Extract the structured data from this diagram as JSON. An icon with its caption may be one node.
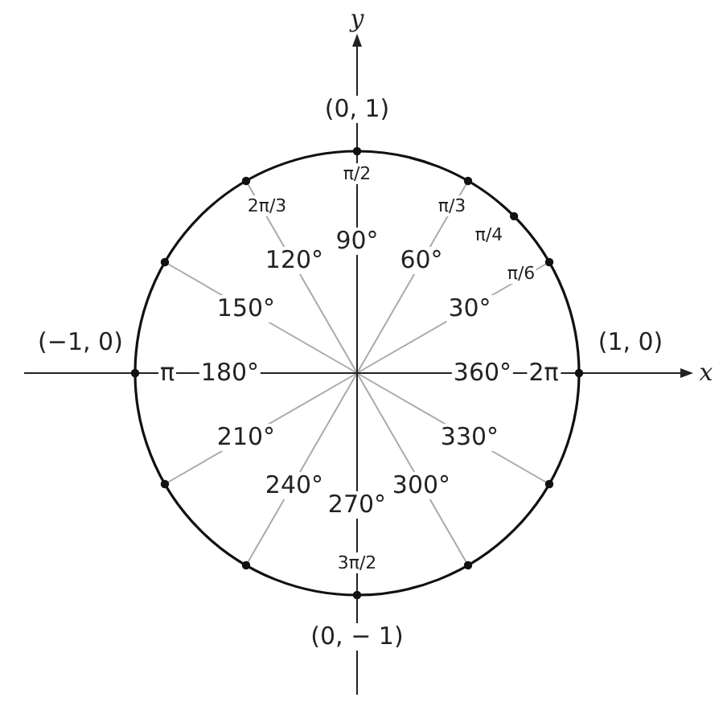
{
  "diagram": {
    "labels": [
      "y",
      "(0, 1)",
      "π/2",
      "2π/3",
      "π/3",
      "π/4",
      "90°",
      "120°",
      "60°",
      "π/6",
      "150°",
      "30°",
      "(−1, 0)",
      "(1, 0)",
      "π",
      "180°",
      "360°",
      "2π",
      "x",
      "210°",
      "330°",
      "240°",
      "300°",
      "270°",
      "3π/2",
      "(0, − 1)"
    ]
  }
}
